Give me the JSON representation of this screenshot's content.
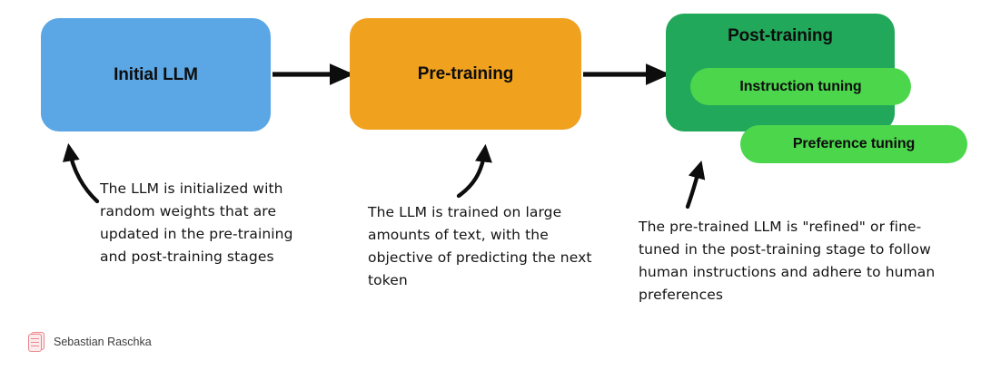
{
  "diagram": {
    "title": "LLM training stages",
    "background_color": "#ffffff",
    "stages": [
      {
        "id": "initial-llm",
        "label": "Initial LLM",
        "color": "#5BA7E5"
      },
      {
        "id": "pre-training",
        "label": "Pre-training",
        "color": "#F0A11E"
      },
      {
        "id": "post-training",
        "label": "Post-training",
        "color": "#22A85A"
      }
    ],
    "substages": [
      {
        "id": "instruction-tuning",
        "label": "Instruction tuning",
        "color": "#4CD64C"
      },
      {
        "id": "preference-tuning",
        "label": "Preference tuning",
        "color": "#4CD64C"
      }
    ],
    "notes": [
      {
        "id": "note-initial",
        "text": "The LLM is initialized with random weights that are updated in the pre-training and post-training stages"
      },
      {
        "id": "note-pretraining",
        "text": "The LLM is trained on large amounts of text, with the objective of predicting the next token"
      },
      {
        "id": "note-posttraining",
        "text": "The pre-trained LLM is \"refined\" or fine-tuned in the post-training stage to follow human instructions and adhere to human preferences"
      }
    ],
    "arrows": [
      {
        "id": "arrow-initial-to-pretraining",
        "kind": "straight"
      },
      {
        "id": "arrow-pretraining-to-posttraining",
        "kind": "straight"
      },
      {
        "id": "arrow-instruction-to-preference",
        "kind": "short-diagonal"
      },
      {
        "id": "arrow-note-initial",
        "kind": "curved"
      },
      {
        "id": "arrow-note-pretraining",
        "kind": "curved"
      },
      {
        "id": "arrow-note-posttraining",
        "kind": "curved"
      }
    ],
    "arrow_color": "#0d0d0d"
  },
  "footer": {
    "name": "Sebastian Raschka",
    "icon": "book-icon",
    "icon_color": "#E8868B"
  }
}
